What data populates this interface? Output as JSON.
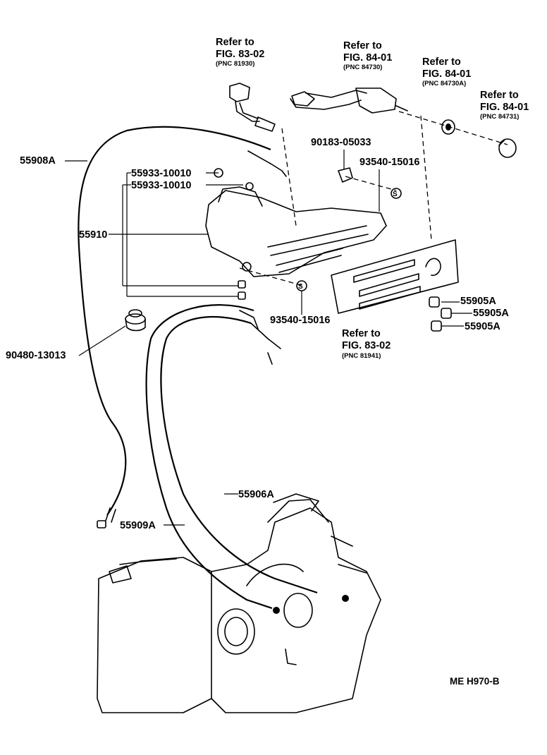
{
  "diagram": {
    "code": "ME H970-B",
    "refs": [
      {
        "id": "ref-83-02-top",
        "l1": "Refer to",
        "l2": "FIG. 83-02",
        "l3": "(PNC 81930)"
      },
      {
        "id": "ref-84-01-a",
        "l1": "Refer to",
        "l2": "FIG. 84-01",
        "l3": "(PNC 84730)"
      },
      {
        "id": "ref-84-01-b",
        "l1": "Refer to",
        "l2": "FIG. 84-01",
        "l3": "(PNC 84730A)"
      },
      {
        "id": "ref-84-01-c",
        "l1": "Refer to",
        "l2": "FIG. 84-01",
        "l3": "(PNC 84731)"
      },
      {
        "id": "ref-83-02-bottom",
        "l1": "Refer to",
        "l2": "FIG. 83-02",
        "l3": "(PNC 81941)"
      }
    ],
    "parts": [
      {
        "id": "p-55908a",
        "label": "55908A"
      },
      {
        "id": "p-55933-a",
        "label": "55933-10010"
      },
      {
        "id": "p-55933-b",
        "label": "55933-10010"
      },
      {
        "id": "p-55910",
        "label": "55910"
      },
      {
        "id": "p-90183",
        "label": "90183-05033"
      },
      {
        "id": "p-93540-a",
        "label": "93540-15016"
      },
      {
        "id": "p-93540-b",
        "label": "93540-15016"
      },
      {
        "id": "p-90480",
        "label": "90480-13013"
      },
      {
        "id": "p-55905a-1",
        "label": "55905A"
      },
      {
        "id": "p-55905a-2",
        "label": "55905A"
      },
      {
        "id": "p-55905a-3",
        "label": "55905A"
      },
      {
        "id": "p-55906a",
        "label": "55906A"
      },
      {
        "id": "p-55909a",
        "label": "55909A"
      }
    ]
  }
}
